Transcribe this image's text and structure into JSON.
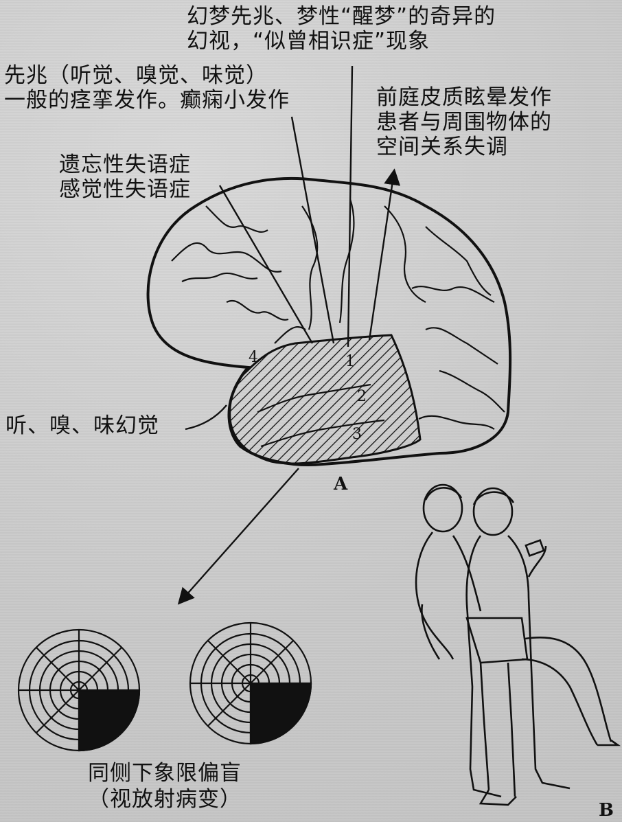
{
  "labels": {
    "top": [
      "幻梦先兆、梦性“醒梦”的奇异的",
      "幻视，“似曾相识症”现象"
    ],
    "aura": [
      "先兆（听觉、嗅觉、味觉）",
      "一般的痉挛发作。癫痫小发作"
    ],
    "vestibular": [
      "前庭皮质眩晕发作",
      "患者与周围物体的",
      "空间关系失调"
    ],
    "aphasia": [
      "遗忘性失语症",
      "感觉性失语症"
    ],
    "hallucination": "听、嗅、味幻觉",
    "field_defect": [
      "同侧下象限偏盲",
      "（视放射病变）"
    ]
  },
  "region_numbers": [
    "1",
    "2",
    "3",
    "4"
  ],
  "panel_letters": {
    "a": "A",
    "b": "B"
  },
  "colors": {
    "ink": "#111111",
    "paper": "#cfcfcf"
  }
}
